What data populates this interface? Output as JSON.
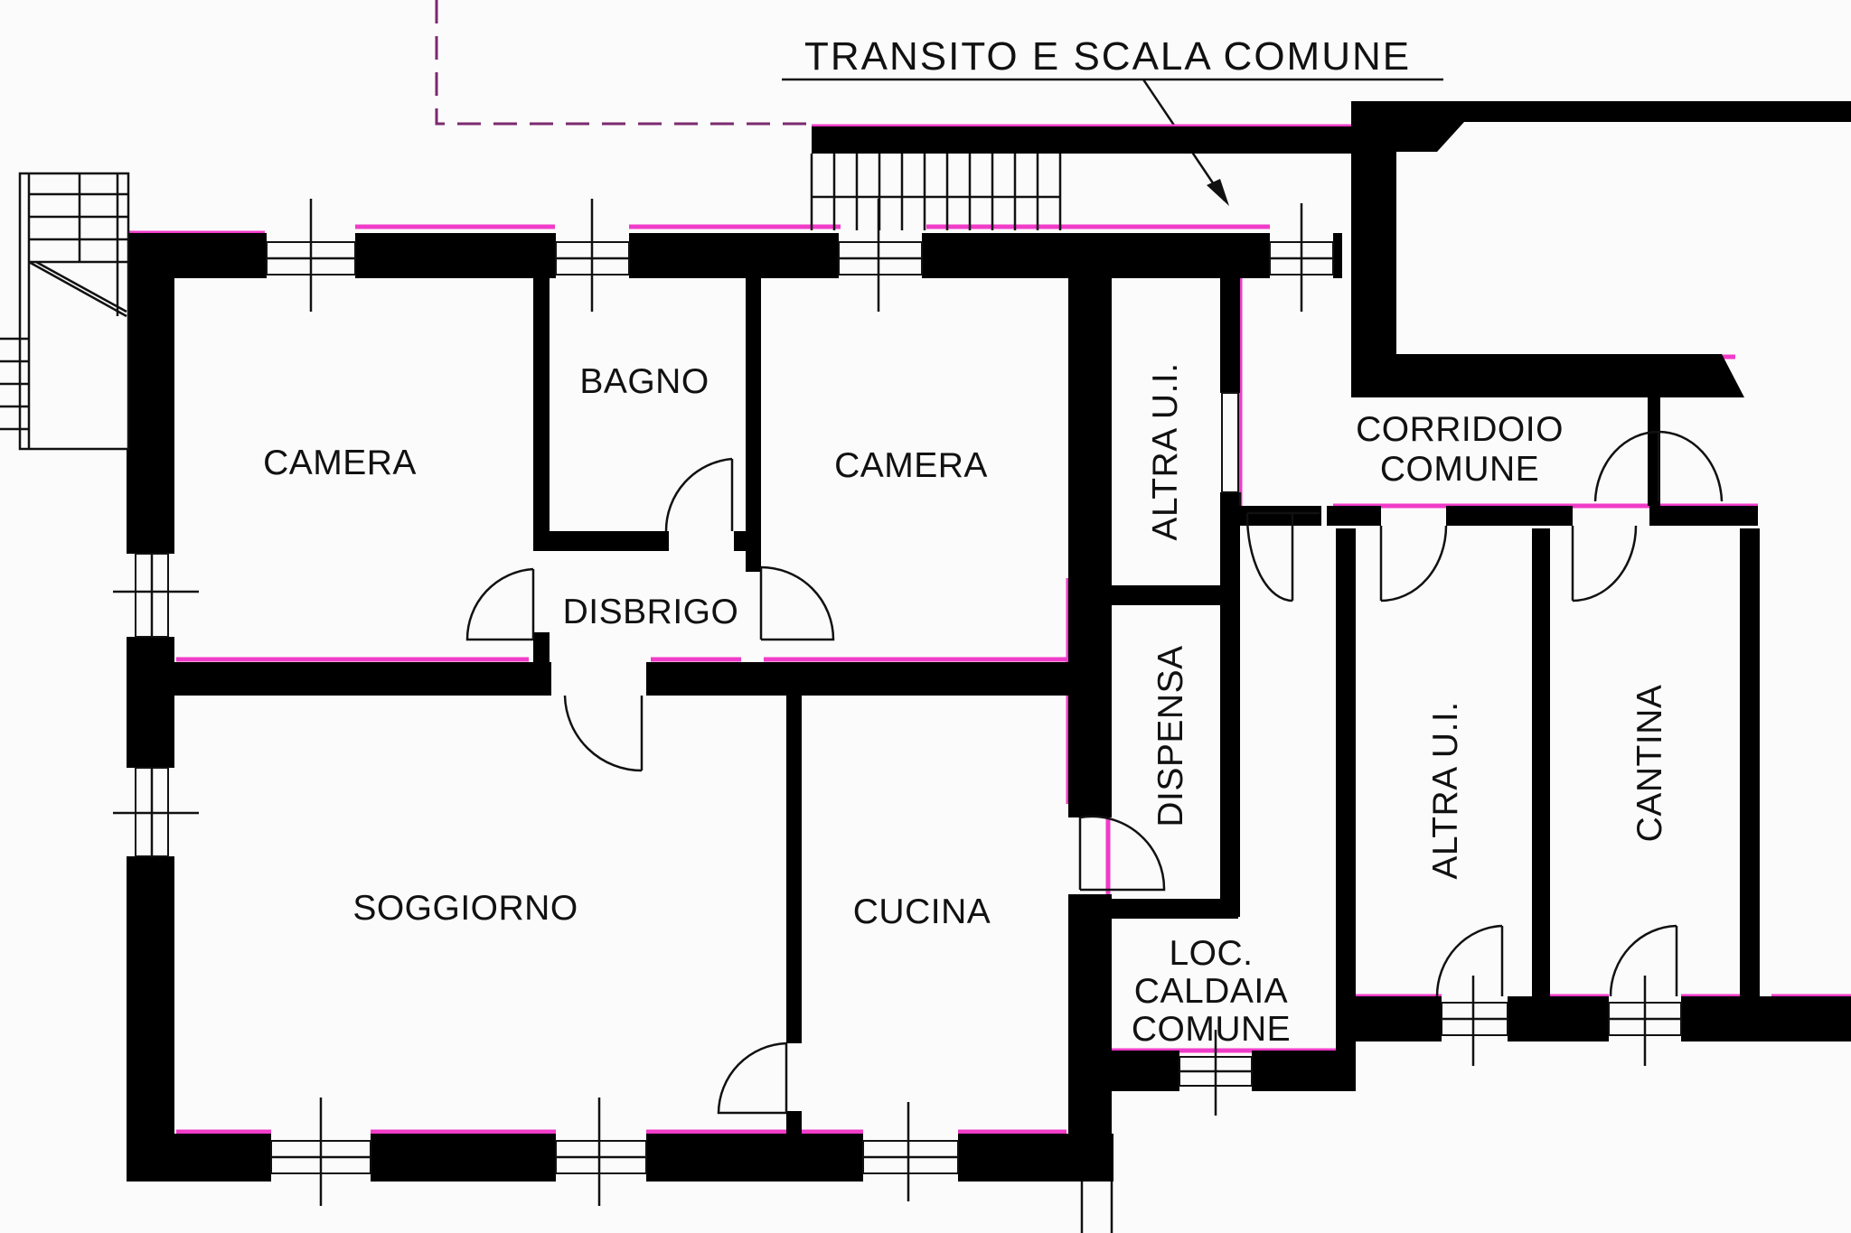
{
  "labels": {
    "transit": "TRANSITO E SCALA COMUNE",
    "camera_left": "CAMERA",
    "bagno": "BAGNO",
    "camera_right": "CAMERA",
    "disbrigo": "DISBRIGO",
    "altra_ui_upper": "ALTRA U.I.",
    "corridoio_line1": "CORRIDOIO",
    "corridoio_line2": "COMUNE",
    "dispensa": "DISPENSA",
    "soggiorno": "SOGGIORNO",
    "cucina": "CUCINA",
    "loc_line1": "LOC.",
    "loc_line2": "CALDAIA",
    "loc_line3": "COMUNE",
    "altra_ui_lower": "ALTRA U.I.",
    "cantina": "CANTINA"
  },
  "colors": {
    "wall": "#000000",
    "wall_edge_highlight": "#f03cc8",
    "background": "#fbfbfb"
  }
}
